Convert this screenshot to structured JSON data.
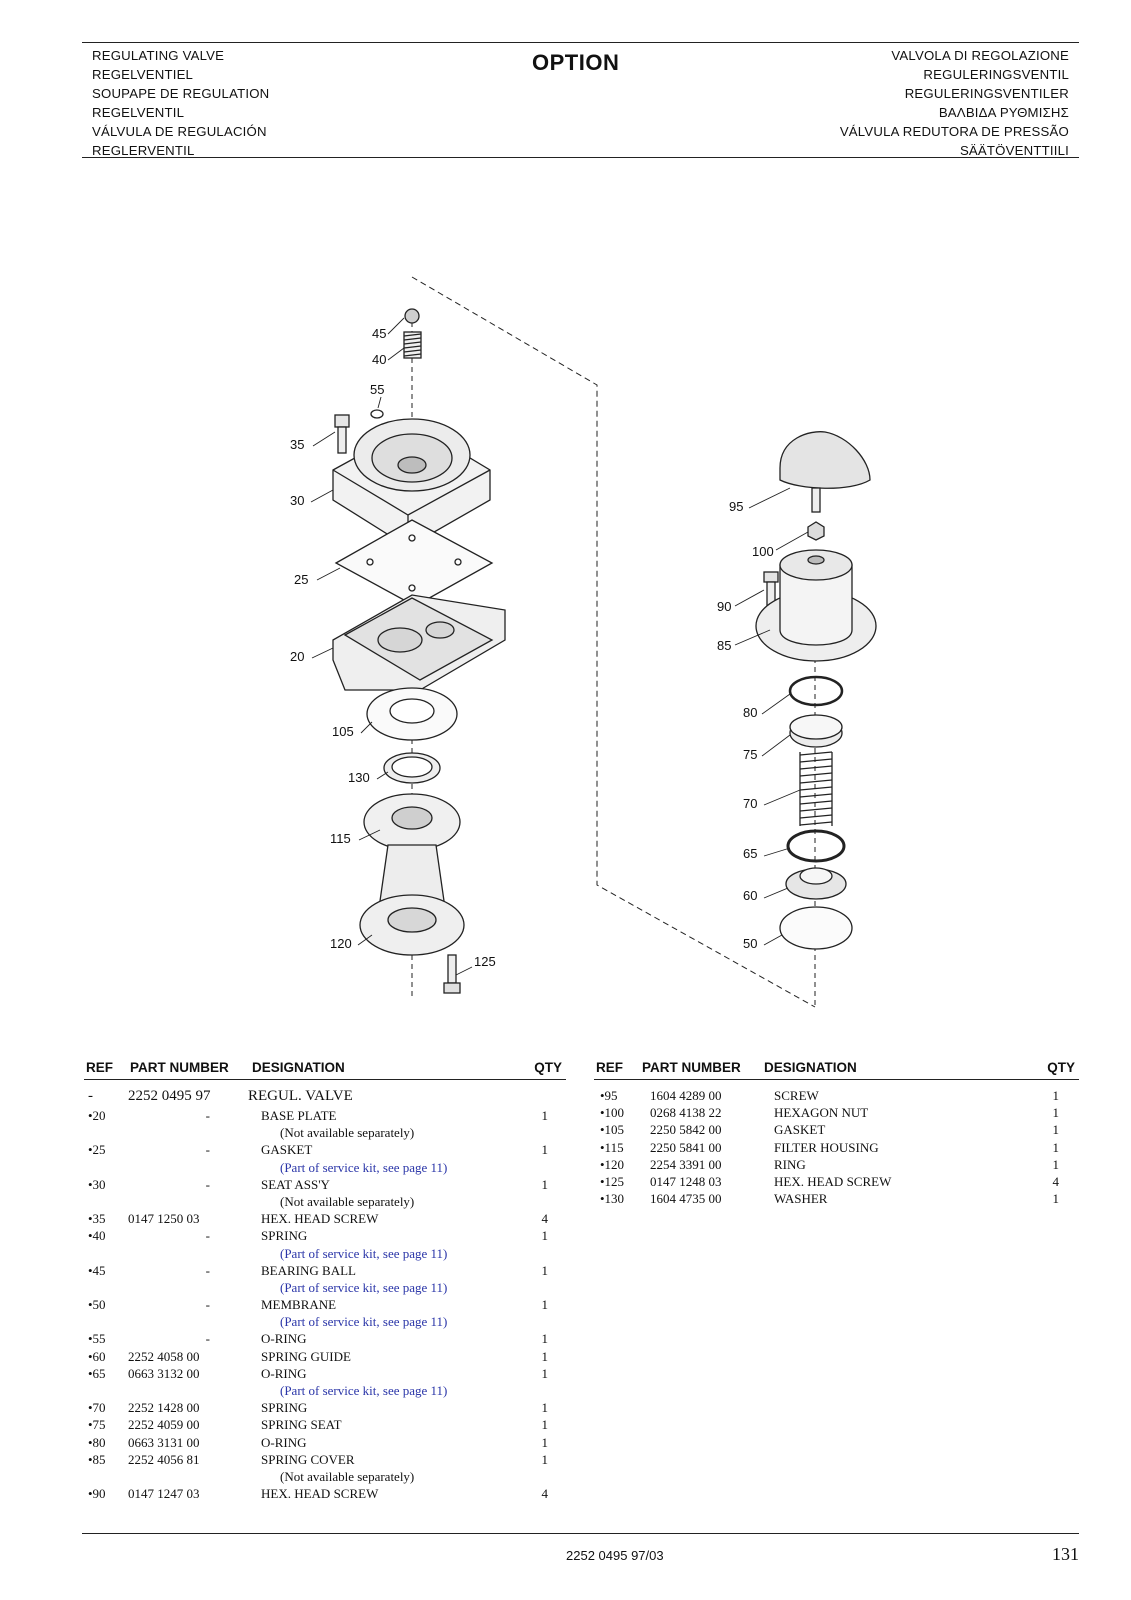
{
  "header": {
    "left": [
      "REGULATING VALVE",
      "REGELVENTIEL",
      "SOUPAPE DE REGULATION",
      "REGELVENTIL",
      "VÁLVULA DE REGULACIÓN",
      "REGLERVENTIL"
    ],
    "title": "OPTION",
    "right": [
      "VALVOLA DI REGOLAZIONE",
      "REGULERINGSVENTIL",
      "REGULERINGSVENTILER",
      "ΒΑΛΒΙΔΑ ΡΥΘΜΙΣΗΣ",
      "VÁLVULA REDUTORA DE PRESSÃO",
      "SÄÄTÖVENTTIILI"
    ]
  },
  "drawing": {
    "labels": {
      "l45": "45",
      "l40": "40",
      "l55": "55",
      "l35": "35",
      "l30": "30",
      "l25": "25",
      "l20": "20",
      "l105": "105",
      "l130": "130",
      "l115": "115",
      "l120": "120",
      "l125": "125",
      "l95": "95",
      "l100": "100",
      "l90": "90",
      "l85": "85",
      "l80": "80",
      "l75": "75",
      "l70": "70",
      "l65": "65",
      "l60": "60",
      "l50": "50"
    }
  },
  "table_headers": {
    "ref": "REF",
    "part_number": "PART NUMBER",
    "designation": "DESIGNATION",
    "qty": "QTY"
  },
  "left_table": {
    "rows": [
      {
        "ref": "-",
        "part": "2252 0495 97",
        "desc": "REGUL. VALVE",
        "qty": ""
      },
      {
        "ref": "•20",
        "part": "-",
        "desc": "BASE PLATE",
        "qty": "1"
      },
      {
        "ref": "",
        "part": "",
        "desc": "(Not available separately)",
        "qty": ""
      },
      {
        "ref": "•25",
        "part": "-",
        "desc": "GASKET",
        "qty": "1"
      },
      {
        "ref": "",
        "part": "",
        "desc": "(Part of service kit, see page 11)",
        "qty": ""
      },
      {
        "ref": "•30",
        "part": "-",
        "desc": "SEAT ASS'Y",
        "qty": "1"
      },
      {
        "ref": "",
        "part": "",
        "desc": "(Not available separately)",
        "qty": ""
      },
      {
        "ref": "•35",
        "part": "0147 1250 03",
        "desc": "HEX. HEAD SCREW",
        "qty": "4"
      },
      {
        "ref": "•40",
        "part": "-",
        "desc": "SPRING",
        "qty": "1"
      },
      {
        "ref": "",
        "part": "",
        "desc": "(Part of service kit, see page 11)",
        "qty": ""
      },
      {
        "ref": "•45",
        "part": "-",
        "desc": "BEARING BALL",
        "qty": "1"
      },
      {
        "ref": "",
        "part": "",
        "desc": "(Part of service kit, see page 11)",
        "qty": ""
      },
      {
        "ref": "•50",
        "part": "-",
        "desc": "MEMBRANE",
        "qty": "1"
      },
      {
        "ref": "",
        "part": "",
        "desc": "(Part of service kit, see page 11)",
        "qty": ""
      },
      {
        "ref": "•55",
        "part": "-",
        "desc": "O-RING",
        "qty": "1"
      },
      {
        "ref": "•60",
        "part": "2252 4058 00",
        "desc": "SPRING GUIDE",
        "qty": "1"
      },
      {
        "ref": "•65",
        "part": "0663 3132 00",
        "desc": "O-RING",
        "qty": "1"
      },
      {
        "ref": "",
        "part": "",
        "desc": "(Part of service kit, see page 11)",
        "qty": ""
      },
      {
        "ref": "•70",
        "part": "2252 1428 00",
        "desc": "SPRING",
        "qty": "1"
      },
      {
        "ref": "•75",
        "part": "2252 4059 00",
        "desc": "SPRING SEAT",
        "qty": "1"
      },
      {
        "ref": "•80",
        "part": "0663 3131 00",
        "desc": "O-RING",
        "qty": "1"
      },
      {
        "ref": "•85",
        "part": "2252 4056 81",
        "desc": "SPRING COVER",
        "qty": "1"
      },
      {
        "ref": "",
        "part": "",
        "desc": "(Not available separately)",
        "qty": ""
      },
      {
        "ref": "•90",
        "part": "0147 1247 03",
        "desc": "HEX. HEAD SCREW",
        "qty": "4"
      }
    ]
  },
  "right_table": {
    "rows": [
      {
        "ref": "•95",
        "part": "1604 4289 00",
        "desc": "SCREW",
        "qty": "1"
      },
      {
        "ref": "•100",
        "part": "0268 4138 22",
        "desc": "HEXAGON NUT",
        "qty": "1"
      },
      {
        "ref": "•105",
        "part": "2250 5842 00",
        "desc": "GASKET",
        "qty": "1"
      },
      {
        "ref": "•115",
        "part": "2250 5841 00",
        "desc": "FILTER HOUSING",
        "qty": "1"
      },
      {
        "ref": "•120",
        "part": "2254 3391 00",
        "desc": "RING",
        "qty": "1"
      },
      {
        "ref": "•125",
        "part": "0147 1248 03",
        "desc": "HEX. HEAD SCREW",
        "qty": "4"
      },
      {
        "ref": "•130",
        "part": "1604 4735 00",
        "desc": "WASHER",
        "qty": "1"
      }
    ]
  },
  "footer": {
    "doc_code": "2252 0495 97/03",
    "page_number": "131"
  }
}
